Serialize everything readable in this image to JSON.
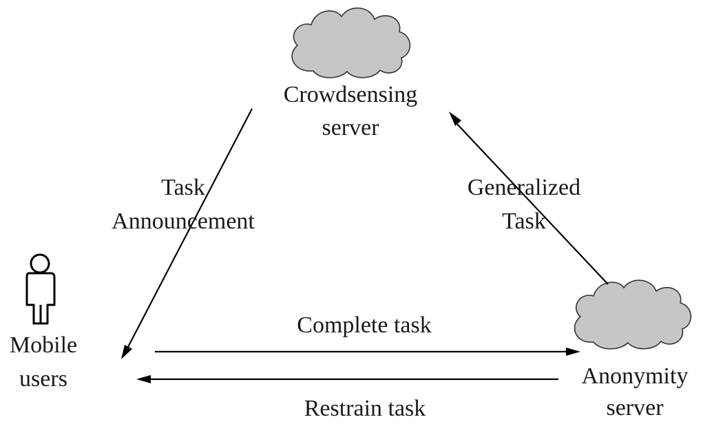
{
  "nodes": {
    "crowdsensing_server": {
      "line1": "Crowdsensing",
      "line2": "server",
      "icon": "cloud-icon"
    },
    "mobile_users": {
      "line1": "Mobile",
      "line2": "users",
      "icon": "person-icon"
    },
    "anonymity_server": {
      "line1": "Anonymity",
      "line2": "server",
      "icon": "cloud-icon"
    }
  },
  "edges": {
    "task_announcement": {
      "line1": "Task",
      "line2": "Announcement"
    },
    "generalized_task": {
      "line1": "Generalized",
      "line2": "Task"
    },
    "complete_task": {
      "label": "Complete task"
    },
    "restrain_task": {
      "label": "Restrain task"
    }
  },
  "colors": {
    "cloud_fill": "#c6c6c6",
    "cloud_stroke": "#333333",
    "line": "#000000",
    "text": "#1a1a1a",
    "background": "#ffffff"
  }
}
